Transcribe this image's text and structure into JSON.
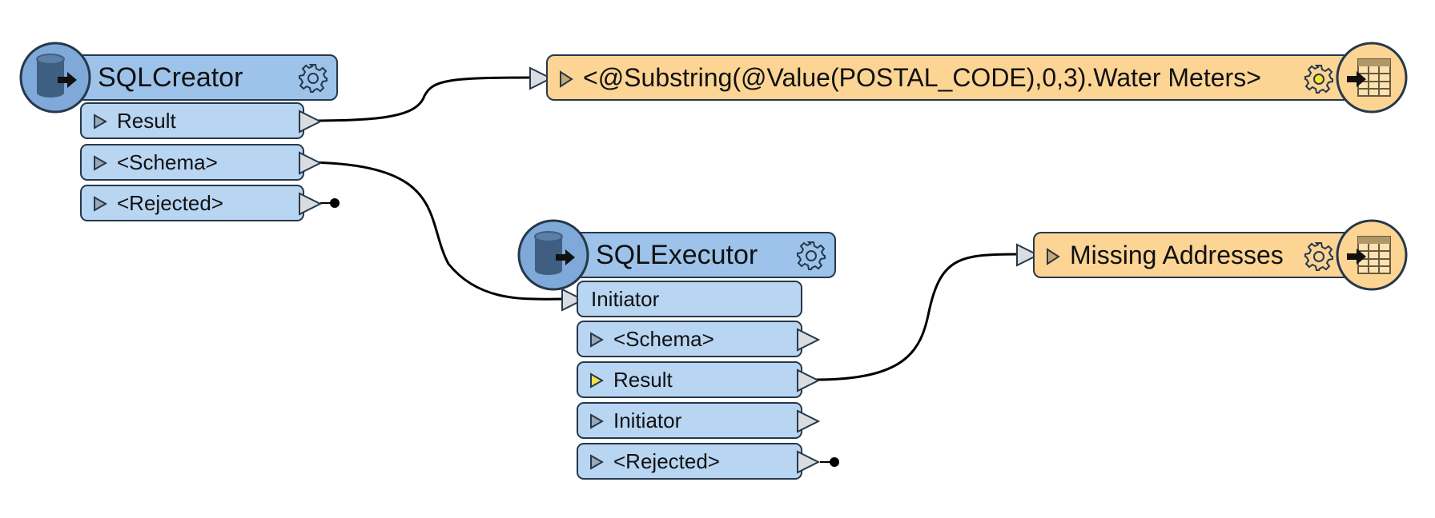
{
  "nodes": {
    "sql_creator": {
      "title": "SQLCreator",
      "outputs": [
        "Result",
        "<Schema>",
        "<Rejected>"
      ]
    },
    "sql_executor": {
      "title": "SQLExecutor",
      "input": "Initiator",
      "outputs": [
        "<Schema>",
        "Result",
        "Initiator",
        "<Rejected>"
      ]
    },
    "writer_water_meters": {
      "title": "<@Substring(@Value(POSTAL_CODE),0,3).Water Meters>"
    },
    "writer_missing_addresses": {
      "title": "Missing Addresses"
    }
  },
  "icons": {
    "transformer": "database-icon",
    "writer": "table-icon",
    "settings": "gear-icon"
  },
  "colors": {
    "transformer_header": "#9dc3ea",
    "port": "#b8d5f2",
    "writer": "#fcd595",
    "outline": "#26384a",
    "active_port": "#f2e24a",
    "highlighted_gear": "#f6e62a"
  }
}
